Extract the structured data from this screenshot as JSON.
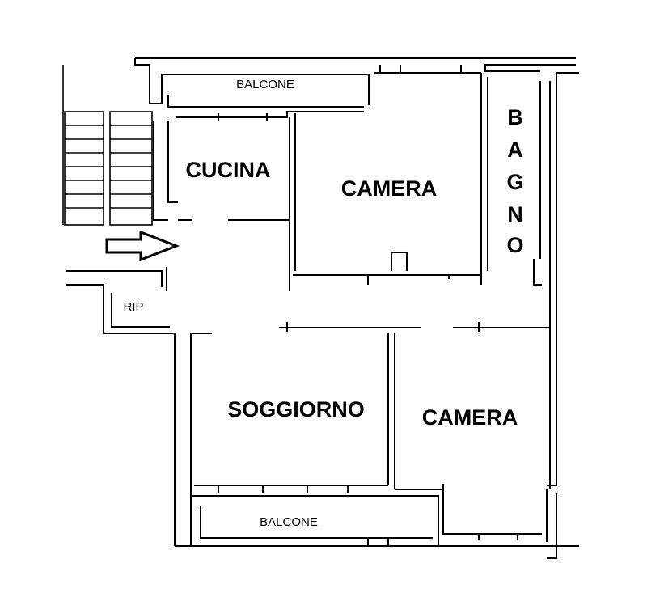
{
  "floor_plan": {
    "rooms": {
      "balcone_top": "BALCONE",
      "cucina": "CUCINA",
      "camera_top": "CAMERA",
      "bagno": [
        "B",
        "A",
        "G",
        "N",
        "O"
      ],
      "rip": "RIP",
      "soggiorno": "SOGGIORNO",
      "camera_bottom": "CAMERA",
      "balcone_bottom": "BALCONE"
    },
    "icons": {
      "entrance": "entrance-arrow-icon"
    }
  }
}
